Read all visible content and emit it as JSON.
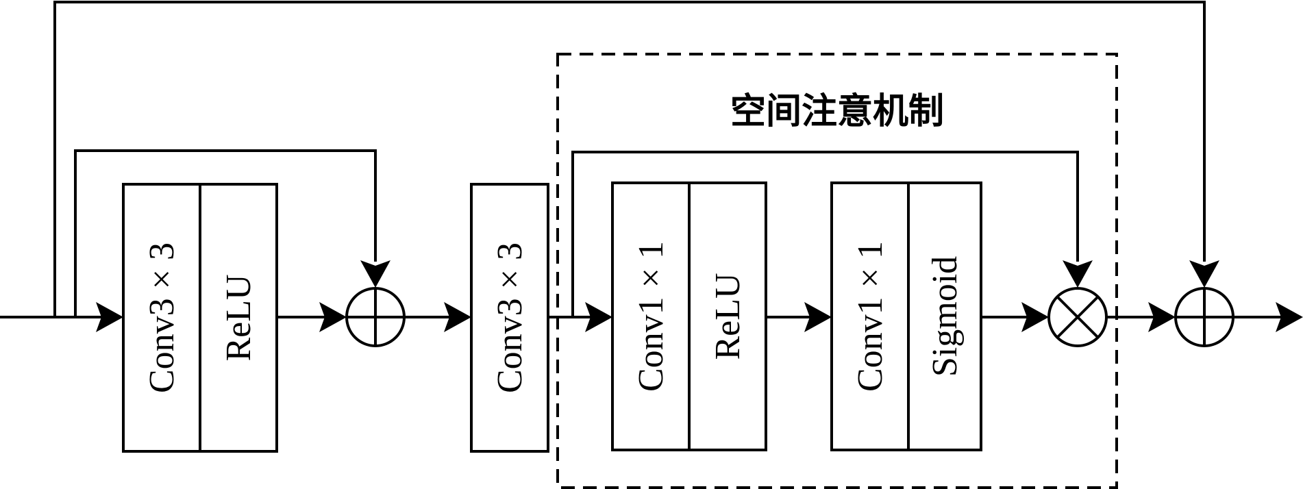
{
  "diagram": {
    "region_title": "空间注意机制",
    "blocks": {
      "conv3x3_a": "Conv3 × 3",
      "relu_a": "ReLU",
      "conv3x3_b": "Conv3 × 3",
      "conv1x1_a": "Conv1 × 1",
      "relu_b": "ReLU",
      "conv1x1_b": "Conv1 × 1",
      "sigmoid": "Sigmoid"
    },
    "operators": {
      "add_1": "element-wise addition",
      "multiply": "element-wise multiplication",
      "add_2": "element-wise addition"
    }
  }
}
